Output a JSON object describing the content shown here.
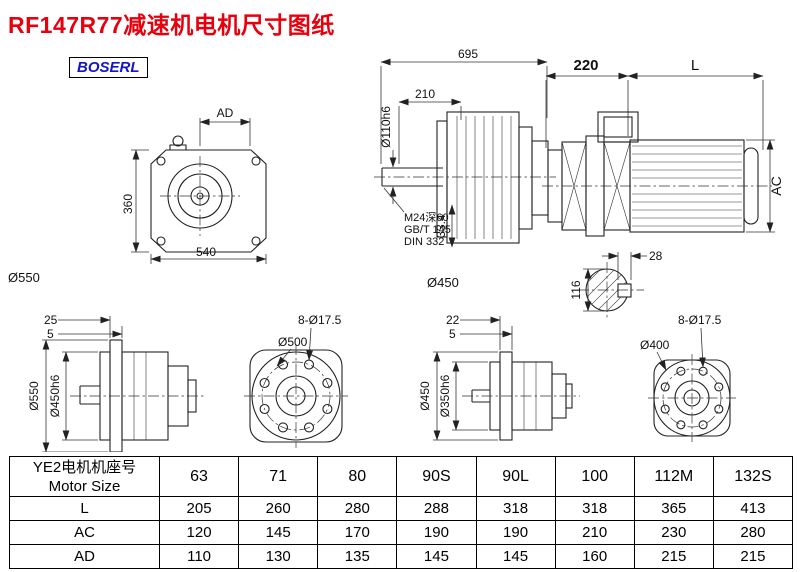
{
  "title": "RF147R77减速机电机尺寸图纸",
  "logo": "BOSERL",
  "views": {
    "front": {
      "ad": "AD",
      "height": "360",
      "width": "540",
      "dia_label": "Ø550"
    },
    "side": {
      "overall": "695",
      "shaft_len": "210",
      "shaft_dia": "Ø110h6",
      "thread": "M24深60",
      "std1": "GB/T 145",
      "std2": "DIN 332",
      "key_dim": "33.4",
      "dia_label": "Ø450"
    },
    "motor": {
      "adapter_len": "220",
      "motor_len": "L",
      "motor_height": "AC",
      "key_width": "28",
      "shaft_height": "116"
    },
    "bottom1": {
      "flange_thk": "25",
      "pilot_thk": "5",
      "flange_dia": "Ø550",
      "pilot_dia": "Ø450h6"
    },
    "bottom2": {
      "bolt_holes": "8-Ø17.5",
      "flange_dia": "Ø500"
    },
    "bottom3": {
      "flange_thk": "22",
      "pilot_thk": "5",
      "flange_dia": "Ø450",
      "pilot_dia": "Ø350h6"
    },
    "bottom4": {
      "bolt_holes": "8-Ø17.5",
      "flange_dia": "Ø400"
    }
  },
  "table": {
    "header": {
      "line1": "YE2电机机座号",
      "line2": "Motor Size"
    },
    "sizes": [
      "63",
      "71",
      "80",
      "90S",
      "90L",
      "100",
      "112M",
      "132S"
    ],
    "rows": [
      {
        "label": "L",
        "values": [
          "205",
          "260",
          "280",
          "288",
          "318",
          "318",
          "365",
          "413"
        ]
      },
      {
        "label": "AC",
        "values": [
          "120",
          "145",
          "170",
          "190",
          "190",
          "210",
          "230",
          "280"
        ]
      },
      {
        "label": "AD",
        "values": [
          "110",
          "130",
          "135",
          "145",
          "145",
          "160",
          "215",
          "215"
        ]
      }
    ]
  }
}
